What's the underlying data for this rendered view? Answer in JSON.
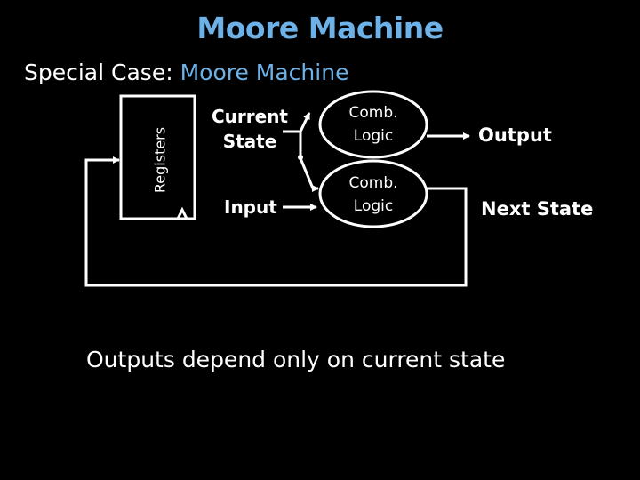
{
  "title": "Moore Machine",
  "subtitle": {
    "prefix": "Special Case: ",
    "highlight": "Moore Machine"
  },
  "diagram": {
    "registers_label": "Registers",
    "current_state_line1": "Current",
    "current_state_line2": "State",
    "input_label": "Input",
    "comb_logic_top_line1": "Comb.",
    "comb_logic_top_line2": "Logic",
    "comb_logic_bottom_line1": "Comb.",
    "comb_logic_bottom_line2": "Logic",
    "output_label": "Output",
    "next_state_label": "Next State"
  },
  "caption": "Outputs depend only on current state",
  "colors": {
    "background": "#000000",
    "accent": "#6cb2e8",
    "foreground": "#ffffff"
  }
}
